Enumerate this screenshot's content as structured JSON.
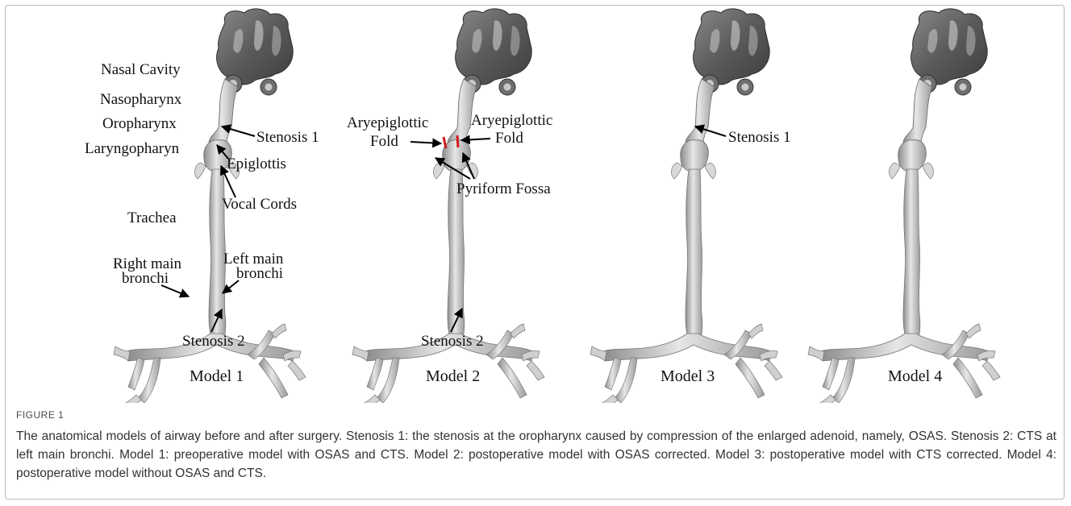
{
  "figure": {
    "label": "FIGURE 1",
    "caption": "The anatomical models of airway before and after surgery. Stenosis 1: the stenosis at the oropharynx caused by compression of the enlarged adenoid, namely, OSAS. Stenosis 2: CTS at left main bronchi. Model 1: preoperative model with OSAS and CTS. Model 2: postoperative model with OSAS corrected. Model 3: postoperative model with CTS corrected. Model 4: postoperative model without OSAS and CTS."
  },
  "models": [
    {
      "title": "Model 1",
      "labels": {
        "nasal_cavity": "Nasal Cavity",
        "nasopharynx": "Nasopharynx",
        "oropharynx": "Oropharynx",
        "laryngopharynx": "Laryngopharyn",
        "stenosis1": "Stenosis 1",
        "epiglottis": "Epiglottis",
        "vocal_cords": "Vocal Cords",
        "trachea": "Trachea",
        "right_main_1": "Right main",
        "right_main_2": "bronchi",
        "left_main_1": "Left main",
        "left_main_2": "bronchi",
        "stenosis2": "Stenosis 2"
      }
    },
    {
      "title": "Model 2",
      "labels": {
        "aryepiglottic_left_1": "Aryepiglottic",
        "aryepiglottic_left_2": "Fold",
        "aryepiglottic_right_1": "Aryepiglottic",
        "aryepiglottic_right_2": "Fold",
        "pyriform_fossa": "Pyriform Fossa",
        "stenosis2": "Stenosis 2"
      }
    },
    {
      "title": "Model 3",
      "labels": {
        "stenosis1": "Stenosis 1"
      }
    },
    {
      "title": "Model 4",
      "labels": {}
    }
  ]
}
